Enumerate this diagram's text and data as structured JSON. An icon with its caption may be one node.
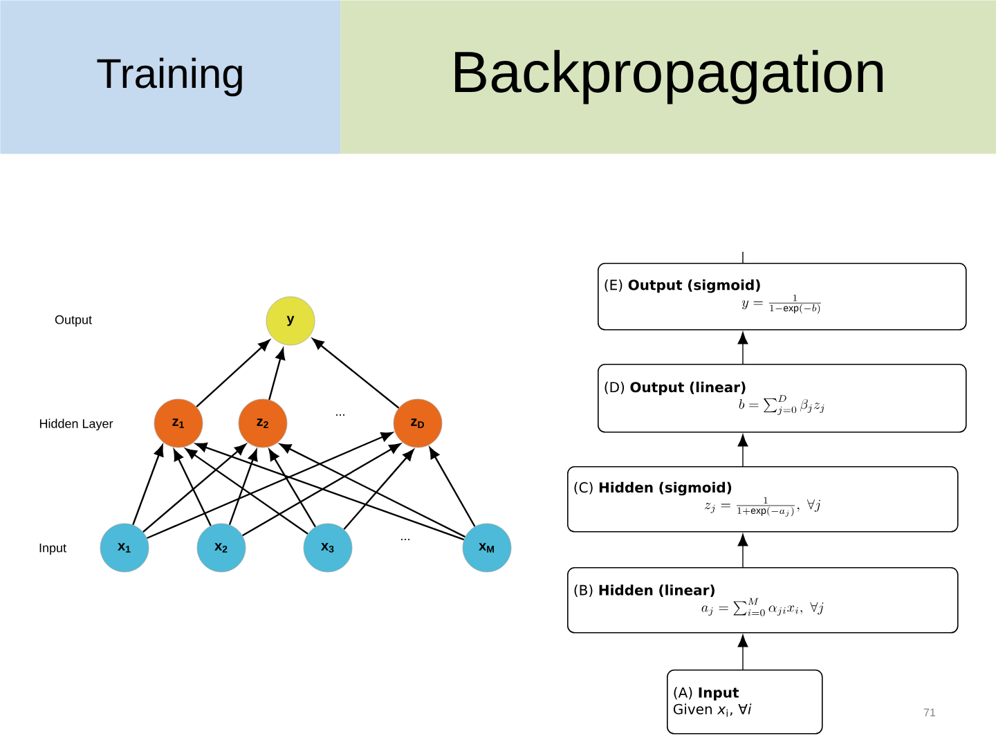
{
  "diagram": {
    "nodes": [
      {
        "text": [
          "Training"
        ]
      },
      {
        "text": [
          "Backpropagation"
        ]
      },
      {
        "text": [
          "y"
        ]
      },
      {
        "text": [
          "z$_{1}$"
        ]
      },
      {
        "text": [
          "z$_{2}$"
        ]
      },
      {
        "text": [
          "z$_{D}$"
        ]
      },
      {
        "text": [
          "x$_{1}$"
        ]
      },
      {
        "text": [
          "x$_{2}$"
        ]
      },
      {
        "text": [
          "x$_{3}$"
        ]
      },
      {
        "text": [
          "x$_{M}$"
        ]
      },
      {
        "text": [
          "(E) **Output (sigmoid)**",
          "y = \\frac{1}{1-\\exp(-b)}"
        ]
      },
      {
        "text": [
          "(D) **Output (linear)**",
          "b = \\sum_{j=0}^{D} \\beta_j z_j"
        ]
      },
      {
        "text": [
          "(C) **Hidden (sigmoid)**",
          "z_j = \\frac{1}{1+\\exp(-a_j)},\\ \\forall j"
        ]
      },
      {
        "text": [
          "(B) **Hidden (linear)**",
          "a_j = \\sum_{i=0}^{M} \\alpha_{ji} x_i,\\ \\forall j"
        ]
      },
      {
        "text": [
          "(A) **Input**",
          "Given *x*$_{i}$, ∀*i*"
        ]
      }
    ],
    "edges": [
      {
        "from": 6,
        "to": 3,
        "arrow": "to"
      },
      {
        "from": 6,
        "to": 4,
        "arrow": "to"
      },
      {
        "from": 6,
        "to": 5,
        "arrow": "to"
      },
      {
        "from": 7,
        "to": 3,
        "arrow": "to"
      },
      {
        "from": 7,
        "to": 4,
        "arrow": "to"
      },
      {
        "from": 7,
        "to": 5,
        "arrow": "to"
      },
      {
        "from": 8,
        "to": 3,
        "arrow": "to"
      },
      {
        "from": 8,
        "to": 4,
        "arrow": "to"
      },
      {
        "from": 8,
        "to": 5,
        "arrow": "to"
      },
      {
        "from": 9,
        "to": 3,
        "arrow": "to"
      },
      {
        "from": 9,
        "to": 4,
        "arrow": "to"
      },
      {
        "from": 9,
        "to": 5,
        "arrow": "to"
      },
      {
        "from": 3,
        "to": 2,
        "arrow": "to"
      },
      {
        "from": 4,
        "to": 2,
        "arrow": "to"
      },
      {
        "from": 5,
        "to": 2,
        "arrow": "to"
      },
      {
        "from": 14,
        "to": 13,
        "arrow": "to"
      },
      {
        "from": 13,
        "to": 12,
        "arrow": "to"
      },
      {
        "from": 12,
        "to": 11,
        "arrow": "to"
      },
      {
        "from": 11,
        "to": 10,
        "arrow": "to"
      },
      {
        "from": 10,
        "to": null,
        "arrow": "none"
      }
    ],
    "labels": [
      "Output",
      "Hidden Layer",
      "...",
      "Input",
      "...",
      "71"
    ]
  }
}
